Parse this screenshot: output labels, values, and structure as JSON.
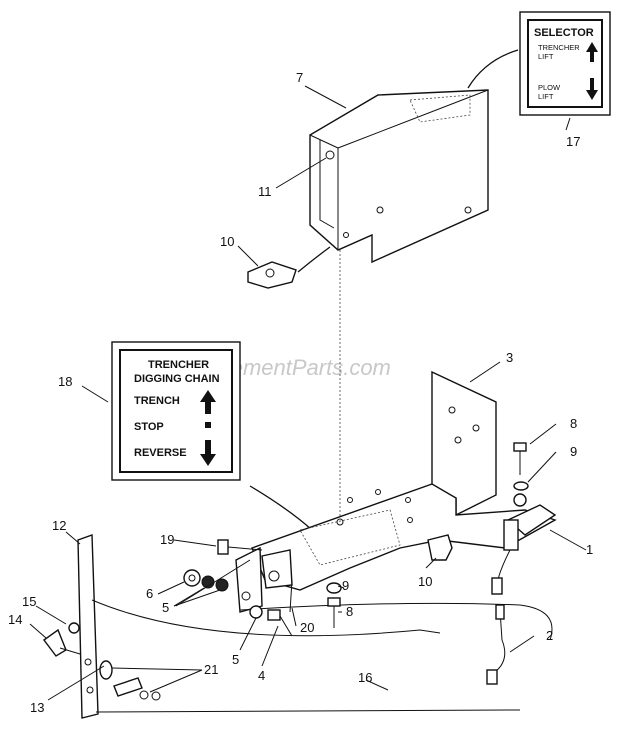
{
  "watermark": "eReplacementParts.com",
  "decal_selector": {
    "title": "SELECTOR",
    "line1": "TRENCHER",
    "line2": "LIFT",
    "line3": "PLOW",
    "line4": "LIFT"
  },
  "decal_trencher": {
    "line1": "TRENCHER",
    "line2": "DIGGING CHAIN",
    "line3": "TRENCH",
    "line4": "STOP",
    "line5": "REVERSE"
  },
  "callouts": {
    "c1": "1",
    "c2": "2",
    "c3": "3",
    "c4": "4",
    "c5a": "5",
    "c5b": "5",
    "c6": "6",
    "c7": "7",
    "c8a": "8",
    "c8b": "8",
    "c9a": "9",
    "c9b": "9",
    "c10a": "10",
    "c10b": "10",
    "c11": "11",
    "c12": "12",
    "c13": "13",
    "c14": "14",
    "c15": "15",
    "c16": "16",
    "c17": "17",
    "c18": "18",
    "c19": "19",
    "c20": "20",
    "c21": "21"
  }
}
